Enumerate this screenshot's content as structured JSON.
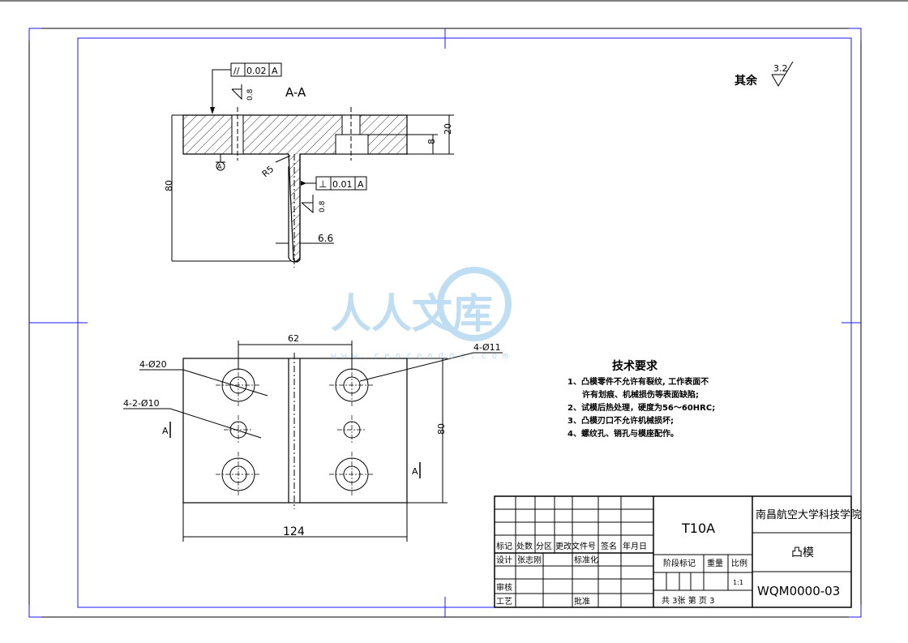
{
  "drawing": {
    "section_title": "A-A",
    "roughness_label": "其余",
    "roughness_value": "3.2",
    "gdt_parallel_symbol": "//",
    "gdt_parallel_value": "0.02",
    "gdt_parallel_datum": "A",
    "gdt_perp_symbol": "⊥",
    "gdt_perp_value": "0.01",
    "gdt_perp_datum": "A",
    "roughness_small_1": "0.8",
    "roughness_small_2": "0.8",
    "datum_marker": "A",
    "dims": {
      "height_80_left": "80",
      "dim_20": "20",
      "dim_8": "8",
      "radius": "R5",
      "thickness": "6.6",
      "width_62": "62",
      "holes_4_20": "4-Ø20",
      "holes_4_11": "4-Ø11",
      "holes_2_10": "4-2-Ø10",
      "height_80_right": "80",
      "width_124": "124",
      "section_mark_left": "A",
      "section_mark_right": "A"
    },
    "watermark_text": "人人文库",
    "watermark_url": "w w w . r e n r e n d o c . c o m"
  },
  "tech_req": {
    "title": "技术要求",
    "items": [
      "1、凸模零件不允许有裂纹, 工作表面不",
      "许有划痕、机械损伤等表面缺陷;",
      "2、试模后热处理，硬度为56～60HRC;",
      "3、凸模刃口不允许机械损坏;",
      "4、螺纹孔、销孔与模座配作。"
    ]
  },
  "title_block": {
    "material": "T10A",
    "school": "南昌航空大学科技学院",
    "part_name": "凸模",
    "drawing_no": "WQM0000-03",
    "scale": "1:1",
    "headers": [
      "标记",
      "处数",
      "分区",
      "更改文件号",
      "签名",
      "年月日"
    ],
    "design_label": "设计",
    "designer": "张志刚",
    "standard_label": "标准化",
    "review_label": "审核",
    "process_label": "工艺",
    "approve_label": "批准",
    "stage_label": "阶段标记",
    "weight_label": "重量",
    "scale_label": "比例",
    "sheets": "共  3张  第  页  3"
  }
}
